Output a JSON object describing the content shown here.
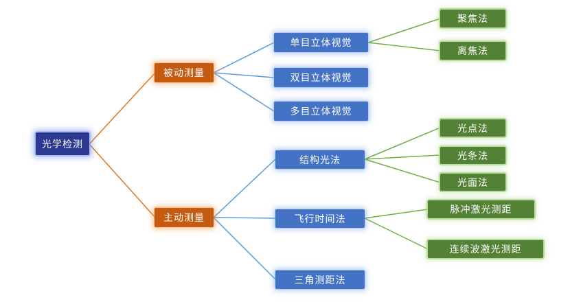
{
  "diagram_type": "tree-mindmap",
  "tree": {
    "label": "光学检测",
    "children": [
      {
        "label": "被动测量",
        "children": [
          {
            "label": "单目立体视觉",
            "children": [
              {
                "label": "聚焦法"
              },
              {
                "label": "离焦法"
              }
            ]
          },
          {
            "label": "双目立体视觉"
          },
          {
            "label": "多目立体视觉"
          }
        ]
      },
      {
        "label": "主动测量",
        "children": [
          {
            "label": "结构光法",
            "children": [
              {
                "label": "光点法"
              },
              {
                "label": "光条法"
              },
              {
                "label": "光面法"
              }
            ]
          },
          {
            "label": "飞行时间法",
            "children": [
              {
                "label": "脉冲激光测距"
              },
              {
                "label": "连续波激光测距"
              }
            ]
          },
          {
            "label": "三角测距法"
          }
        ]
      }
    ]
  },
  "colors": {
    "root_fill": "#2b3990",
    "level1_fill": "#c55a11",
    "level2_fill": "#4472c4",
    "level3_fill": "#538135",
    "line_orange": "#e2751d",
    "line_blue": "#5b9bd5",
    "line_green": "#70ad47",
    "background": "#ffffff",
    "text": "#ffffff"
  }
}
